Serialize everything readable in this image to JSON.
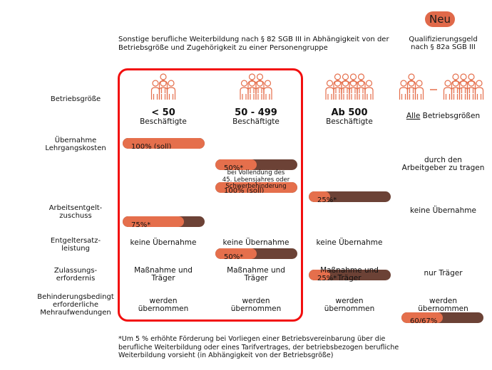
{
  "badge": "Neu",
  "header": {
    "main": "Sonstige berufliche Weiterbildung nach § 82 SGB III in Abhängigkeit von der Betriebsgröße und Zugehörigkeit zu einer Personengruppe",
    "qual_line1": "Qualifizierungsgeld",
    "qual_line2": "nach § 82a SGB III"
  },
  "row_labels": {
    "size": "Betriebsgröße",
    "costs1": "Übernahme",
    "costs2": "Lehrgangskosten",
    "wage1": "Arbeitsentgelt-",
    "wage2": "zuschuss",
    "repl1": "Entgeltersatz-",
    "repl2": "leistung",
    "adm1": "Zulassungs-",
    "adm2": "erfordernis",
    "dis1": "Behinderungsbedingt",
    "dis2": "erforderliche",
    "dis3": "Mehraufwendungen"
  },
  "columns": [
    {
      "num": "< 50",
      "sub": "Beschäftigte",
      "people": 7,
      "cost_bars": [
        {
          "label": "100% (soll)",
          "fill": 1.0
        }
      ],
      "wage_bar": {
        "label": "75%*",
        "fill": 0.75
      },
      "repl": "keine Übernahme",
      "adm1": "Maßnahme und",
      "adm2": "Träger",
      "dis1": "werden",
      "dis2": "übernommen"
    },
    {
      "num": "50 - 499",
      "sub": "Beschäftigte",
      "people": 10,
      "cost_bars": [
        {
          "label": "50%*",
          "fill": 0.5
        },
        {
          "label": "100% (soll)",
          "fill": 1.0
        }
      ],
      "note1": "bei Vollendung des",
      "note2": "45. Lebensjahres oder",
      "note3": "Schwerbehinderung",
      "wage_bar": {
        "label": "50%*",
        "fill": 0.5
      },
      "repl": "keine Übernahme",
      "adm1": "Maßnahme und",
      "adm2": "Träger",
      "dis1": "werden",
      "dis2": "übernommen"
    },
    {
      "num": "Ab 500",
      "sub": "Beschäftigte",
      "people": 16,
      "cost_bars": [
        {
          "label": "25%*",
          "fill": 0.26
        }
      ],
      "wage_bar": {
        "label": "25%*",
        "fill": 0.26
      },
      "repl": "keine Übernahme",
      "adm1": "Maßnahme und",
      "adm2": "Träger",
      "dis1": "werden",
      "dis2": "übernommen"
    },
    {
      "num_u": "Alle",
      "sub": " Betriebsgrößen",
      "cost1": "durch den",
      "cost2": "Arbeitgeber zu tragen",
      "wage": "keine Übernahme",
      "repl_bar": {
        "label": "60/67%",
        "fill": 0.5
      },
      "adm": "nur Träger",
      "dis1": "werden",
      "dis2": "übernommen"
    }
  ],
  "footnote": "*Um 5 % erhöhte Förderung bei Vorliegen einer Betriebsvereinbarung über die berufliche Weiterbildung oder eines Tarifvertrages, der betriebsbezogen berufliche Weiterbildung vorsieht (in Abhängigkeit von der Betriebsgröße)",
  "colors": {
    "accent": "#e56f4c",
    "dark": "#6c4236",
    "frame": "#f20f0f"
  }
}
